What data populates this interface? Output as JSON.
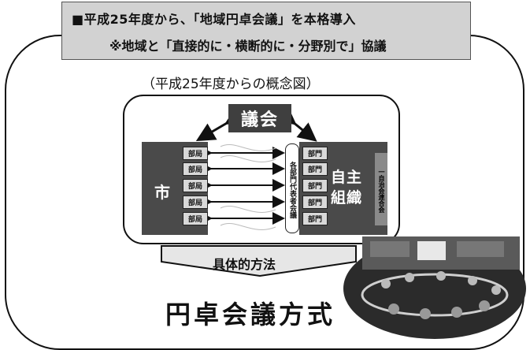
{
  "header": {
    "line1": "■平成25年度から、「地域円卓会議」を本格導入",
    "line2": "※地域と「直接的に・横断的に・分野別で」協議"
  },
  "caption": "（平成25年度からの概念図）",
  "diagram": {
    "council": "議会",
    "city": "市",
    "city_depts": [
      "部局",
      "部局",
      "部局",
      "部局",
      "部局"
    ],
    "self_gov": "自主組織",
    "self_gov_line1": "自主",
    "self_gov_line2": "組織",
    "self_gov_depts": [
      "部門",
      "部門",
      "部門",
      "部門",
      "部門"
    ],
    "district_council_bar": "各部門代表者会議",
    "federation_bar": "一自治会連合会"
  },
  "method_label": "具体的方法",
  "result_text": "円卓会議方式",
  "photo": {
    "icon": "roundtable-meeting-photo"
  }
}
